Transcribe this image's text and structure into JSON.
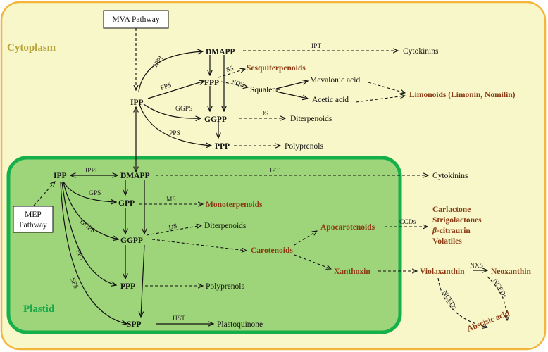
{
  "colors": {
    "cytoplasm_fill": "#F7F7C9",
    "cytoplasm_border": "#F5B53A",
    "plastid_fill": "#9FD57A",
    "plastid_border": "#16B04A",
    "cytoplasm_label": "#B8A53A",
    "plastid_label": "#18A848",
    "product_text": "#8B3A14"
  },
  "regions": {
    "cytoplasm": "Cytoplasm",
    "plastid": "Plastid"
  },
  "boxes": {
    "mva": "MVA Pathway",
    "mep_line1": "MEP",
    "mep_line2": "Pathway"
  },
  "cyto": {
    "dmapp": "DMAPP",
    "ipp": "IPP",
    "fpp": "FPP",
    "ggpp": "GGPP",
    "ppp": "PPP",
    "squalene": "Squalene",
    "mevalonic": "Mevalonic acid",
    "acetic": "Acetic acid",
    "cytokinins": "Cytokinins",
    "sesquiterpenoids": "Sesquiterpenoids",
    "limonoids": "Limonoids (Limonin, Nomilin)",
    "diterpenoids": "Diterpenoids",
    "polyprenols": "Polyprenols"
  },
  "cyto_enz": {
    "ippi": "IPPI",
    "ipt": "IPT",
    "fps": "FPS",
    "ss": "SS",
    "sqs": "SQS",
    "ggps": "GGPS",
    "ds": "DS",
    "pps": "PPS"
  },
  "plast": {
    "ipp": "IPP",
    "dmapp": "DMAPP",
    "gpp": "GPP",
    "ggpp": "GGPP",
    "ppp": "PPP",
    "spp": "SPP",
    "cytokinins": "Cytokinins",
    "monoterpenoids": "Monoterpenoids",
    "diterpenoids": "Diterpenoids",
    "polyprenols": "Polyprenols",
    "plastoquinone": "Plastoquinone",
    "carotenoids": "Carotenoids",
    "apocarotenoids": "Apocarotenoids",
    "xanthoxin": "Xanthoxin",
    "violaxanthin": "Violaxanthin",
    "neoxanthin": "Neoxanthin",
    "abscisic": "Abscisic acid",
    "carlactone": "Carlactone",
    "strigolactones": "Strigolactones",
    "citraurin_prefix": "β",
    "citraurin_rest": "-citraurin",
    "volatiles": "Volatiles"
  },
  "plast_enz": {
    "ippi": "IPPI",
    "ipt": "IPT",
    "gps": "GPS",
    "ms": "MS",
    "ggps": "GGPS",
    "ds": "DS",
    "pps": "PPS",
    "sps": "SPS",
    "hst": "HST",
    "ccds": "CCDs",
    "nxs": "NXS",
    "nceds1": "NCEDs",
    "nceds2": "NCEDs"
  }
}
